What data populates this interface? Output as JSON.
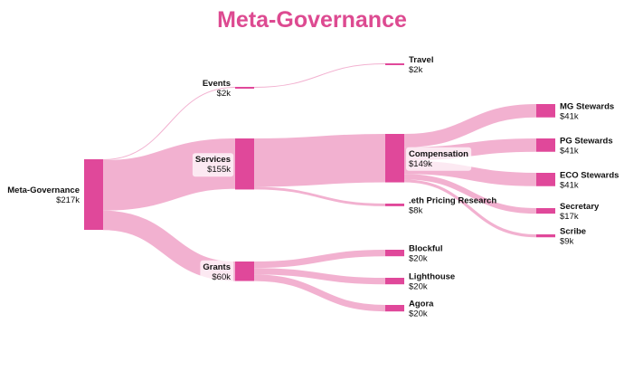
{
  "chart_data": {
    "type": "sankey",
    "title": "Meta-Governance",
    "colors": {
      "node": "#e0489a",
      "link": "#f0a3c8",
      "title": "#dd4a91"
    },
    "nodes": [
      {
        "id": "meta",
        "name": "Meta-Governance",
        "value": "$217k"
      },
      {
        "id": "events",
        "name": "Events",
        "value": "$2k"
      },
      {
        "id": "services",
        "name": "Services",
        "value": "$155k"
      },
      {
        "id": "grants",
        "name": "Grants",
        "value": "$60k"
      },
      {
        "id": "travel",
        "name": "Travel",
        "value": "$2k"
      },
      {
        "id": "compensation",
        "name": "Compensation",
        "value": "$149k"
      },
      {
        "id": "eth",
        "name": ".eth Pricing Research",
        "value": "$8k"
      },
      {
        "id": "blockful",
        "name": "Blockful",
        "value": "$20k"
      },
      {
        "id": "lighthouse",
        "name": "Lighthouse",
        "value": "$20k"
      },
      {
        "id": "agora",
        "name": "Agora",
        "value": "$20k"
      },
      {
        "id": "mg",
        "name": "MG Stewards",
        "value": "$41k"
      },
      {
        "id": "pg",
        "name": "PG Stewards",
        "value": "$41k"
      },
      {
        "id": "eco",
        "name": "ECO Stewards",
        "value": "$41k"
      },
      {
        "id": "secretary",
        "name": "Secretary",
        "value": "$17k"
      },
      {
        "id": "scribe",
        "name": "Scribe",
        "value": "$9k"
      }
    ],
    "links": [
      {
        "source": "meta",
        "target": "events",
        "value": 2
      },
      {
        "source": "meta",
        "target": "services",
        "value": 155
      },
      {
        "source": "meta",
        "target": "grants",
        "value": 60
      },
      {
        "source": "events",
        "target": "travel",
        "value": 2
      },
      {
        "source": "services",
        "target": "compensation",
        "value": 149
      },
      {
        "source": "services",
        "target": "eth",
        "value": 8
      },
      {
        "source": "grants",
        "target": "blockful",
        "value": 20
      },
      {
        "source": "grants",
        "target": "lighthouse",
        "value": 20
      },
      {
        "source": "grants",
        "target": "agora",
        "value": 20
      },
      {
        "source": "compensation",
        "target": "mg",
        "value": 41
      },
      {
        "source": "compensation",
        "target": "pg",
        "value": 41
      },
      {
        "source": "compensation",
        "target": "eco",
        "value": 41
      },
      {
        "source": "compensation",
        "target": "secretary",
        "value": 17
      },
      {
        "source": "compensation",
        "target": "scribe",
        "value": 9
      }
    ]
  }
}
